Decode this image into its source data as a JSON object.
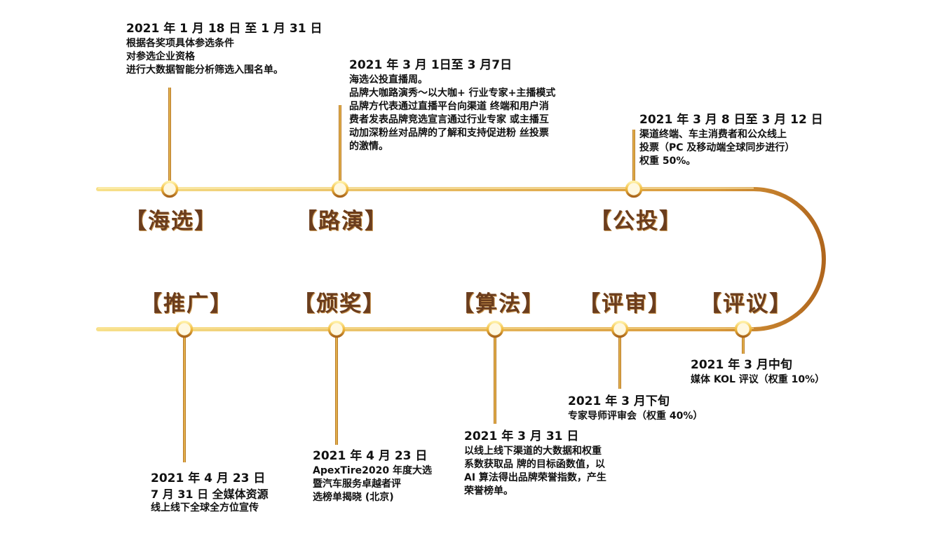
{
  "stages": [
    {
      "id": "haixuan",
      "label": "【海选】",
      "date": "2021 年 1 月 18 日 至 1 月 31 日",
      "lines": [
        "根据各奖项具体参选条件",
        "对参选企业资格",
        "进行大数据智能分析筛选入围名单。"
      ]
    },
    {
      "id": "luyan",
      "label": "【路演】",
      "date": "2021 年 3 月 1日至 3 月7日",
      "lines": [
        "海选公投直播周。",
        "品牌大咖路演秀～以大咖+ 行业专家+主播模式",
        "品牌方代表通过直播平台向渠道 终端和用户消",
        "费者发表品牌竞选宣言通过行业专家 或主播互",
        "动加深粉丝对品牌的了解和支持促进粉 丝投票",
        "的激情。"
      ]
    },
    {
      "id": "gongtou",
      "label": "【公投】",
      "date": "2021 年 3 月 8 日至 3 月 12 日",
      "lines": [
        "渠道终端、车主消费者和公众线上",
        "投票（PC 及移动端全球同步进行）",
        "权重 50%。"
      ]
    },
    {
      "id": "pingyi",
      "label": "【评议】",
      "date": "2021 年 3 月中旬",
      "lines": [
        "媒体 KOL 评议（权重 10%）"
      ]
    },
    {
      "id": "pingshen",
      "label": "【评审】",
      "date": "2021 年 3 月下旬",
      "lines": [
        "专家导师评审会（权重 40%）"
      ]
    },
    {
      "id": "suanfa",
      "label": "【算法】",
      "date": "2021 年 3 月 31 日",
      "lines": [
        "以线上线下渠道的大数据和权重",
        "系数获取品 牌的目标函数值，以",
        "AI 算法得出品牌荣誉指数，产生",
        "荣誉榜单。"
      ]
    },
    {
      "id": "banjiang",
      "label": "【颁奖】",
      "date": "2021 年 4 月 23 日",
      "lines": [
        "ApexTire2020 年度大选",
        "暨汽车服务卓越者评",
        "选榜单揭晓 (北京)"
      ]
    },
    {
      "id": "tuiguang",
      "label": "【推广】",
      "date": "2021 年 4 月 23 日",
      "lines": [
        "7 月 31 日 全媒体资源",
        "线上线下全球全方位宣传"
      ]
    }
  ],
  "colors": {
    "gold_light": "#fff1a8",
    "gold": "#f1b93a",
    "gold_dark": "#a8641c",
    "label_brown": "#6b3d1d"
  }
}
